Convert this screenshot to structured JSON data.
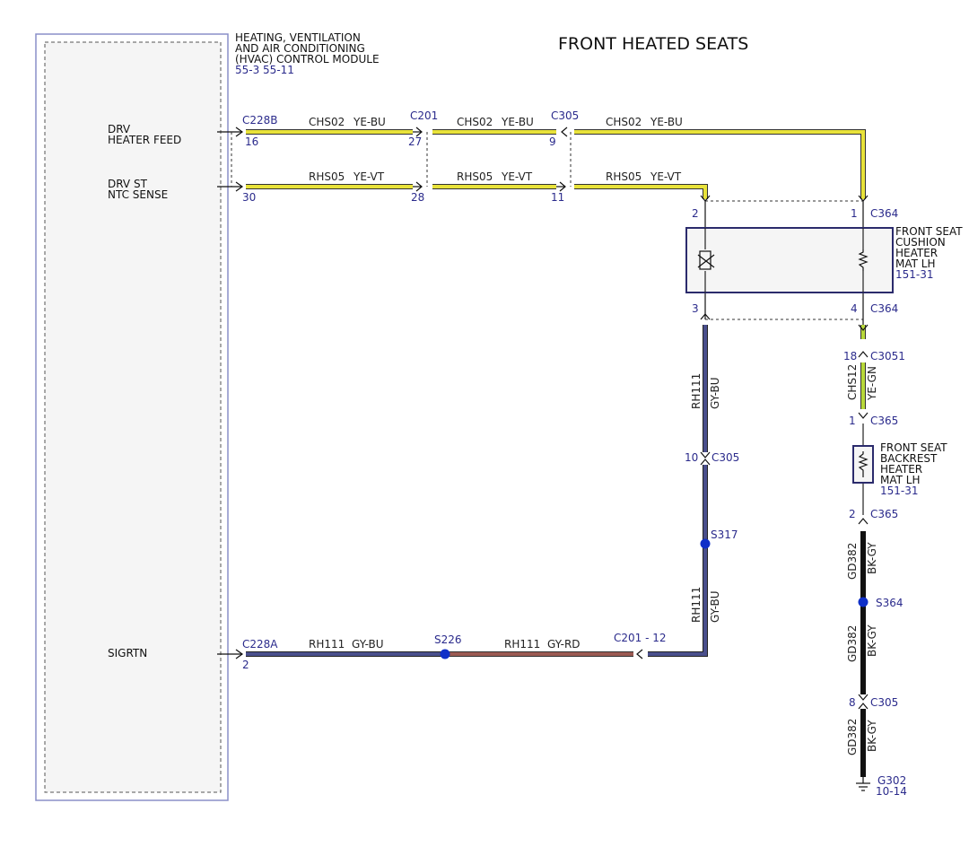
{
  "diagram": {
    "title": "FRONT HEATED SEATS",
    "module": {
      "name_lines": [
        "HEATING, VENTILATION",
        "AND AIR CONDITIONING",
        "(HVAC) CONTROL MODULE"
      ],
      "refs": "55-3  55-11",
      "signals": {
        "drv_heater_feed": [
          "DRV",
          "HEATER FEED"
        ],
        "drv_st_ntc_sense": [
          "DRV ST",
          "NTC SENSE"
        ],
        "sigrtn": "SIGRTN"
      }
    },
    "connectors": {
      "c228b": "C228B",
      "c228a": "C228A",
      "c201_top": "C201",
      "c305_top": "C305",
      "c201_bottom": "C201 - 12",
      "c364_top": "C364",
      "c364_bottom": "C364",
      "c3051": "C3051",
      "c365_top": "C365",
      "c365_bottom": "C365",
      "c305_right": "C305",
      "c305_mid": "C305"
    },
    "pins": {
      "p16": "16",
      "p27": "27",
      "p9": "9",
      "p30": "30",
      "p28": "28",
      "p11": "11",
      "p2_mod": "2",
      "p2_seat": "2",
      "p1_seat": "1",
      "p3_seat": "3",
      "p4_seat": "4",
      "p18": "18",
      "p1_back": "1",
      "p2_back": "2",
      "p10": "10",
      "p8": "8"
    },
    "wires": {
      "chs02": "CHS02",
      "ye_bu": "YE-BU",
      "rhs05": "RHS05",
      "ye_vt": "YE-VT",
      "rh111": "RH111",
      "gy_bu": "GY-BU",
      "gy_rd": "GY-RD",
      "chs12": "CHS12",
      "ye_gn": "YE-GN",
      "gd382": "GD382",
      "bk_gy": "BK-GY"
    },
    "splices": {
      "s226": "S226",
      "s317": "S317",
      "s364": "S364"
    },
    "components": {
      "cushion": {
        "lines": [
          "FRONT SEAT",
          "CUSHION",
          "HEATER",
          "MAT LH"
        ],
        "ref": "151-31"
      },
      "backrest": {
        "lines": [
          "FRONT SEAT",
          "BACKREST",
          "HEATER",
          "MAT LH"
        ],
        "ref": "151-31"
      }
    },
    "ground": {
      "name": "G302",
      "ref": "10-14"
    }
  },
  "colors": {
    "yellow": "#e8e23a",
    "yellow_green": "#b8d83a",
    "gray_blue": "#4a4f8c",
    "gray_red": "#9b5a52",
    "black": "#111111",
    "module_border": "#8a8fc8",
    "label_blue": "#2b2b8c",
    "splice": "#1030c8"
  }
}
